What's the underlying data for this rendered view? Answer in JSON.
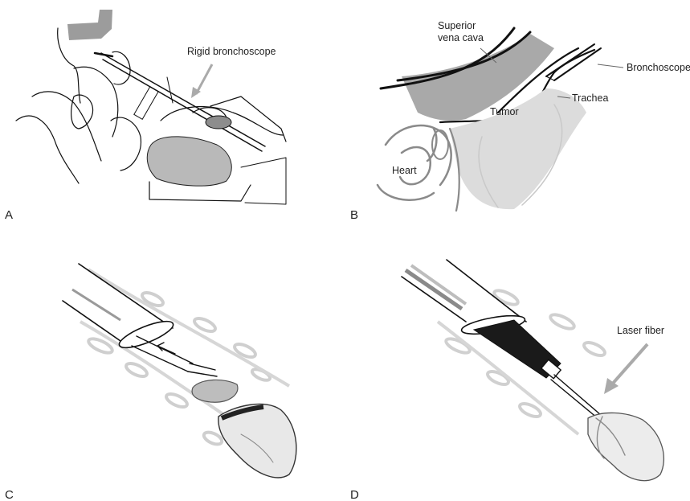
{
  "panels": {
    "A": {
      "letter": "A",
      "callout": "Rigid bronchoscope"
    },
    "B": {
      "letter": "B",
      "labels": {
        "svc": [
          "Superior",
          "vena cava"
        ],
        "bronchoscope": "Bronchoscope",
        "trachea": "Trachea",
        "tumor": "Tumor",
        "heart": "Heart"
      }
    },
    "C": {
      "letter": "C"
    },
    "D": {
      "letter": "D",
      "callout": "Laser fiber"
    }
  },
  "colors": {
    "ink": "#111111",
    "tissue_grey": "#8a8a8a",
    "light_grey": "#c9c9c9",
    "fill_grey": "#b5b5b5"
  }
}
